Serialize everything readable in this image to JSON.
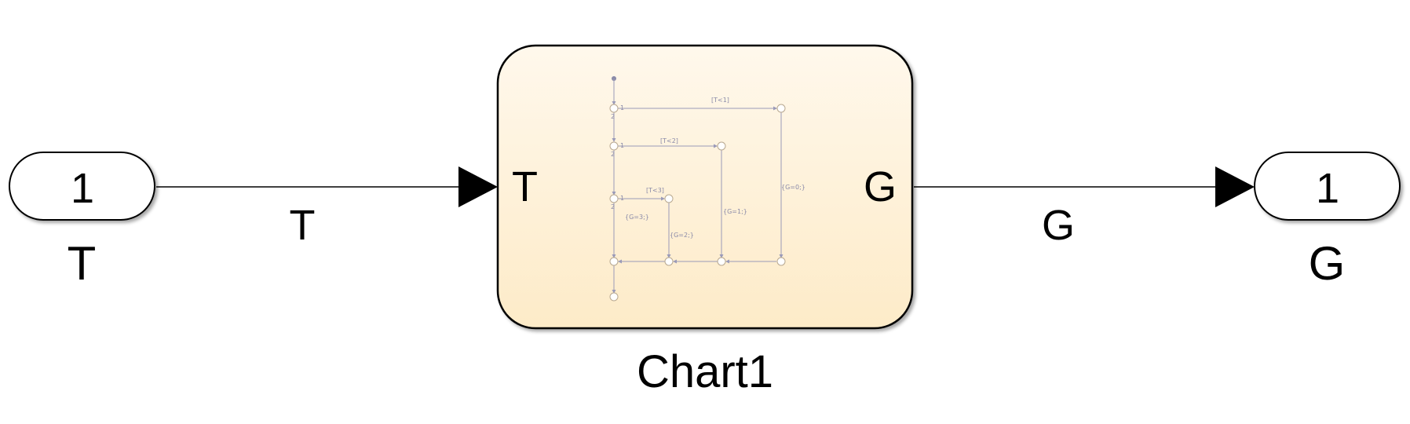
{
  "inport": {
    "number": "1",
    "name": "T"
  },
  "outport": {
    "number": "1",
    "name": "G"
  },
  "signals": {
    "input": "T",
    "output": "G"
  },
  "chart": {
    "name": "Chart1",
    "input_port": "T",
    "output_port": "G",
    "flow": {
      "cond1": "[T<1]",
      "cond2": "[T<2]",
      "cond3": "[T<3]",
      "act0": "{G=0;}",
      "act1": "{G=1;}",
      "act2": "{G=2;}",
      "act3": "{G=3;}",
      "prio1": "1",
      "prio2": "2"
    }
  },
  "colors": {
    "chart_fill_top": "#fff8ec",
    "chart_fill_bottom": "#fdebc8",
    "line": "#000000"
  }
}
